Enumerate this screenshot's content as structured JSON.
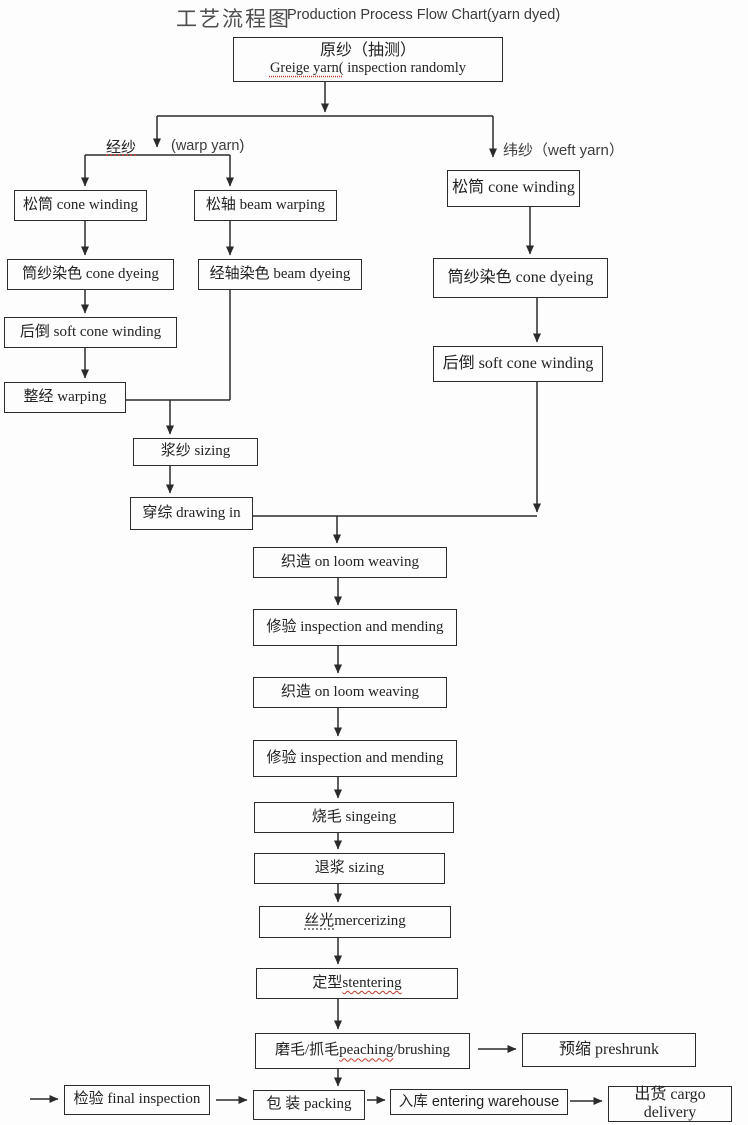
{
  "title": {
    "cn": "工艺流程图",
    "en": "Production Process Flow Chart(yarn dyed)"
  },
  "labels": {
    "warp_cn": "经纱",
    "warp_en": "(warp yarn)",
    "weft": "纬纱（weft yarn）"
  },
  "nodes": {
    "greige": {
      "line1": "原纱（抽测）",
      "line2_u": "Greige yarn(",
      "line2_rest": " inspection randomly"
    },
    "warp_cone_winding": "松筒 cone winding",
    "beam_warping": "松轴 beam warping",
    "weft_cone_winding": "松筒 cone winding",
    "warp_cone_dyeing": "筒纱染色 cone dyeing",
    "beam_dyeing": "经轴染色 beam dyeing",
    "weft_cone_dyeing": "筒纱染色 cone dyeing",
    "warp_soft_cone_winding": "后倒 soft cone winding",
    "weft_soft_cone_winding": "后倒 soft cone winding",
    "warping": "整经 warping",
    "sizing": "浆纱 sizing",
    "drawing_in": "穿综 drawing in",
    "weaving1": "织造 on loom weaving",
    "mending1": "修验 inspection and mending",
    "weaving2": "织造 on loom weaving",
    "mending2": "修验 inspection and mending",
    "singeing": "烧毛 singeing",
    "desizing": "退浆 sizing",
    "mercerizing": {
      "u": "丝光",
      "rest": "  mercerizing"
    },
    "stentering": {
      "pre": "定型 ",
      "u": "stentering"
    },
    "peaching": {
      "pre": "磨毛/抓毛 ",
      "u": "peaching",
      "rest": "/brushing"
    },
    "preshrunk": "预缩 preshrunk",
    "final_inspection": "检验 final inspection",
    "packing": "包 装 packing",
    "warehouse": "入库 entering warehouse",
    "cargo_delivery": "出货 cargo delivery"
  },
  "colors": {
    "line": "#2b2b2b",
    "spellcheck_red": "#c0392b",
    "background": "#fdfdfd"
  }
}
